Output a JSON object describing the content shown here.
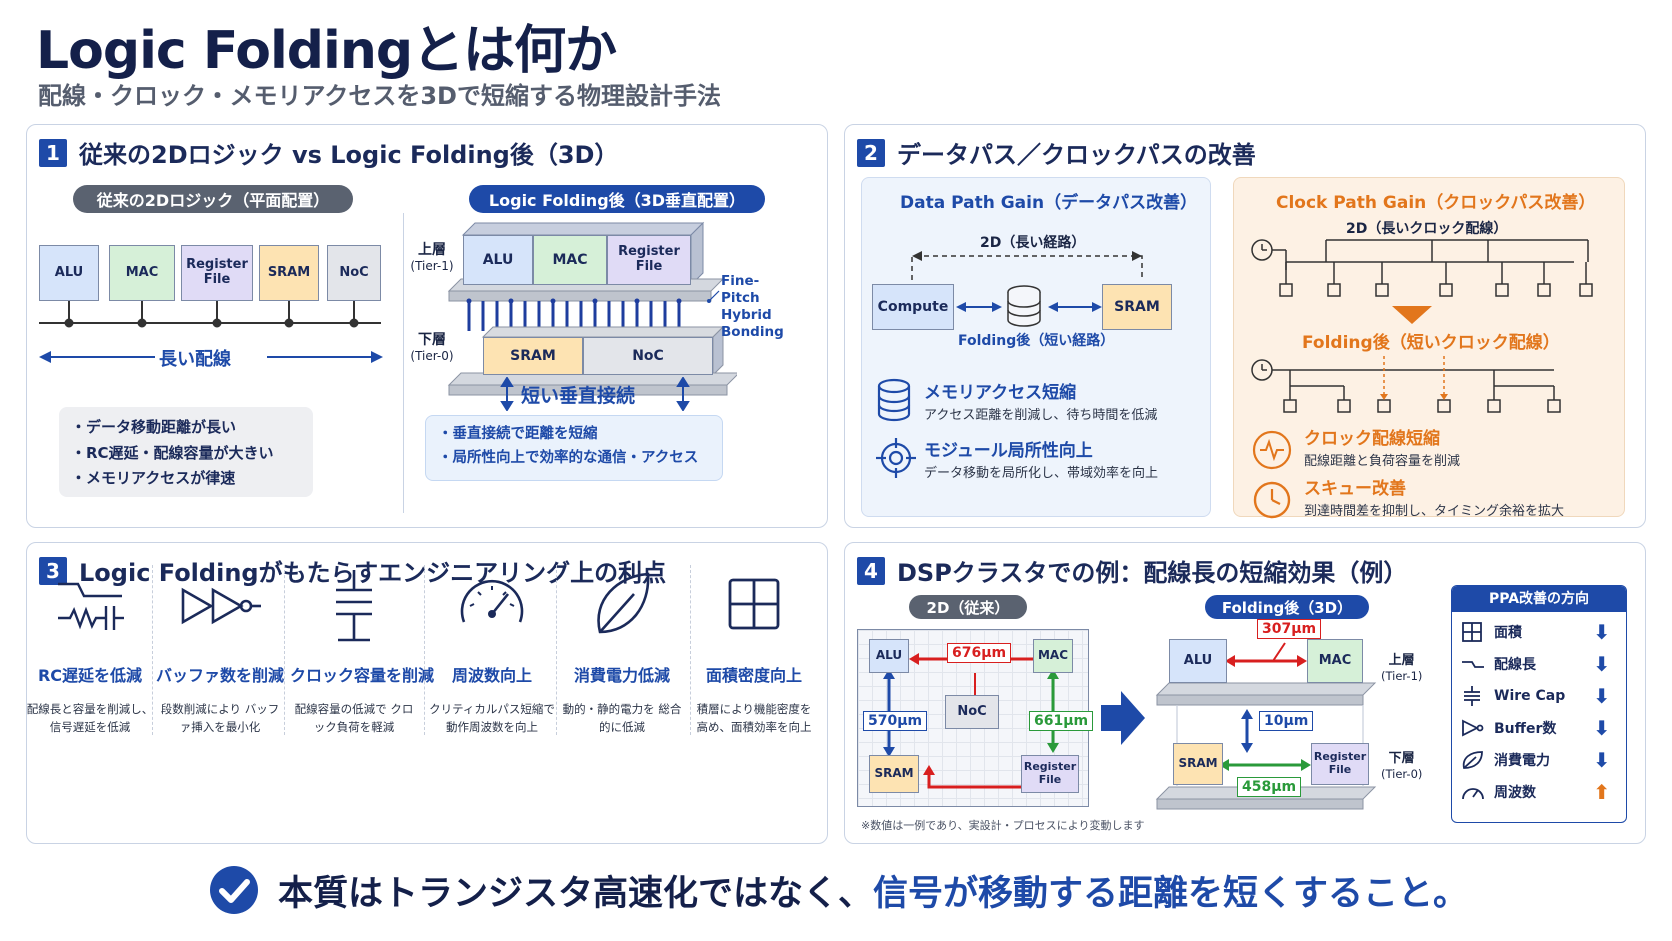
{
  "header": {
    "title": "Logic Foldingとは何か",
    "subtitle": "配線・クロック・メモリアクセスを3Dで短縮する物理設計手法"
  },
  "p1": {
    "num": "1",
    "title": "従来の2Dロジック vs Logic Folding後（3D）",
    "left_pill": "従来の2Dロジック（平面配置）",
    "right_pill": "Logic Folding後（3D垂直配置）",
    "blocks_2d": [
      "ALU",
      "MAC",
      "Register File",
      "SRAM",
      "NoC"
    ],
    "long_wire": "長い配線",
    "notes_2d": [
      "・データ移動距離が長い",
      "・RC遅延・配線容量が大きい",
      "・メモリアクセスが律速"
    ],
    "upper": "上層",
    "upper_tier": "(Tier-1)",
    "lower": "下層",
    "lower_tier": "(Tier-0)",
    "upper_blocks": [
      "ALU",
      "MAC",
      "Register File"
    ],
    "lower_blocks": [
      "SRAM",
      "NoC"
    ],
    "bonding": "Fine-Pitch Hybrid Bonding",
    "short_vertical": "短い垂直接続",
    "notes_3d": [
      "・垂直接続で距離を短縮",
      "・局所性向上で効率的な通信・アクセス"
    ]
  },
  "p2": {
    "num": "2",
    "title": "データパス／クロックパスの改善",
    "data_title": "Data Path Gain（データパス改善）",
    "path_2d": "2D（長い経路）",
    "compute": "Compute",
    "sram": "SRAM",
    "path_fold": "Folding後（短い経路）",
    "mem_title": "メモリアクセス短縮",
    "mem_desc": "アクセス距離を削減し、待ち時間を低減",
    "mod_title": "モジュール局所性向上",
    "mod_desc": "データ移動を局所化し、帯域効率を向上",
    "clock_title": "Clock Path Gain（クロックパス改善）",
    "clock_2d": "2D（長いクロック配線）",
    "clock_fold": "Folding後（短いクロック配線）",
    "cw_title": "クロック配線短縮",
    "cw_desc": "配線距離と負荷容量を削減",
    "skew_title": "スキュー改善",
    "skew_desc": "到達時間差を抑制し、タイミング余裕を拡大"
  },
  "p3": {
    "num": "3",
    "title": "Logic Foldingがもたらすエンジニアリング上の利点",
    "items": [
      {
        "icon": "rc-icon",
        "title": "RC遅延を低減",
        "desc": "配線長と容量を削減し、信号遅延を低減"
      },
      {
        "icon": "buffer-icon",
        "title": "バッファ数を削減",
        "desc": "段数削減により バッファ挿入を最小化"
      },
      {
        "icon": "capacitor-icon",
        "title": "クロック容量を削減",
        "desc": "配線容量の低減で クロック負荷を軽減"
      },
      {
        "icon": "gauge-icon",
        "title": "周波数向上",
        "desc": "クリティカルパス短縮で 動作周波数を向上"
      },
      {
        "icon": "leaf-icon",
        "title": "消費電力低減",
        "desc": "動的・静的電力を 総合的に低減"
      },
      {
        "icon": "grid-icon",
        "title": "面積密度向上",
        "desc": "積層により機能密度を 高め、面積効率を向上"
      }
    ]
  },
  "p4": {
    "num": "4",
    "title": "DSPクラスタでの例：配線長の短縮効果（例）",
    "pill_2d": "2D（従来）",
    "pill_3d": "Folding後（3D）",
    "blocks": {
      "alu": "ALU",
      "mac": "MAC",
      "noc": "NoC",
      "sram": "SRAM",
      "rf": "Register File"
    },
    "d676": "676μm",
    "d570": "570μm",
    "d661": "661μm",
    "d307": "307μm",
    "d10": "10μm",
    "d458": "458μm",
    "upper": "上層",
    "upper_tier": "(Tier-1)",
    "lower": "下層",
    "lower_tier": "(Tier-0)",
    "footnote": "※数値は一例であり、実設計・プロセスにより変動します",
    "ppa_title": "PPA改善の方向",
    "ppa": [
      {
        "label": "面積",
        "icon": "area-icon",
        "dir": "down"
      },
      {
        "label": "配線長",
        "icon": "wire-icon",
        "dir": "down"
      },
      {
        "label": "Wire Cap",
        "icon": "cap-icon",
        "dir": "down"
      },
      {
        "label": "Buffer数",
        "icon": "buffer-icon",
        "dir": "down"
      },
      {
        "label": "消費電力",
        "icon": "leaf-icon",
        "dir": "down"
      },
      {
        "label": "周波数",
        "icon": "gauge-icon",
        "dir": "up"
      }
    ]
  },
  "footer": {
    "text_a": "本質はトランジスタ高速化ではなく、",
    "text_b": "信号が移動する距離を短くすること。"
  },
  "colors": {
    "navy": "#14204a",
    "blue": "#1e4aa8",
    "orange": "#e2761c",
    "red": "#d81f1f",
    "green": "#2a9a3a"
  }
}
